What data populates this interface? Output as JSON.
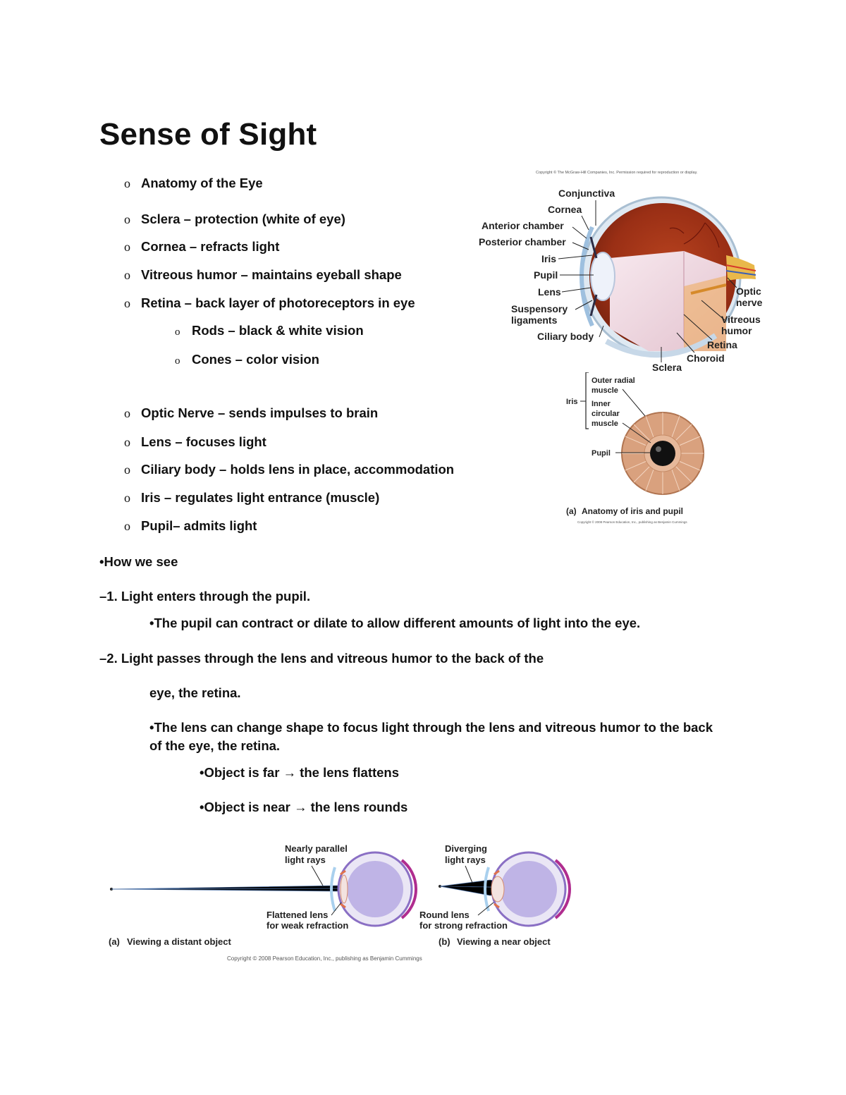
{
  "title": "Sense of Sight",
  "bullet_symbol": "o",
  "anatomy_list": [
    "Anatomy of the Eye",
    "Sclera – protection (white of eye)",
    "Cornea – refracts light",
    "Vitreous humor – maintains eyeball shape",
    "Retina – back layer of photoreceptors in eye"
  ],
  "retina_sublist": [
    "Rods – black & white vision",
    "Cones – color vision"
  ],
  "anatomy_list_2": [
    "Optic Nerve – sends impulses to brain",
    "Lens – focuses light",
    "Ciliary body – holds lens in place, accommodation",
    "Iris – regulates light entrance (muscle)",
    "Pupil– admits light"
  ],
  "how_we_see": {
    "heading": "•How we see",
    "step1": "–1. Light enters through the pupil.",
    "step1_note": "•The pupil can contract or dilate to allow different amounts of light into the eye.",
    "step2_line1": "–2. Light passes through the lens and vitreous humor to the back of the",
    "step2_line2": "eye, the retina.",
    "step2_note_line1": "•The lens can change shape to focus light through the lens and vitreous humor to the back",
    "step2_note_line2": "of the eye, the retina.",
    "far": "•Object is far → the lens flattens",
    "near": "•Object is near → the lens rounds"
  },
  "eye_diagram": {
    "copyright": "Copyright © The McGraw-Hill Companies, Inc. Permission required for reproduction or display.",
    "labels": {
      "conjunctiva": "Conjunctiva",
      "cornea": "Cornea",
      "anterior_chamber": "Anterior chamber",
      "posterior_chamber": "Posterior chamber",
      "iris": "Iris",
      "pupil": "Pupil",
      "lens": "Lens",
      "suspensory_1": "Suspensory",
      "suspensory_2": "ligaments",
      "ciliary_body": "Ciliary body",
      "sclera": "Sclera",
      "choroid": "Choroid",
      "retina": "Retina",
      "vitreous_1": "Vitreous",
      "vitreous_2": "humor",
      "optic_1": "Optic",
      "optic_2": "nerve"
    }
  },
  "iris_diagram": {
    "iris": "Iris",
    "outer_radial_1": "Outer radial",
    "outer_radial_2": "muscle",
    "inner_circ_1": "Inner",
    "inner_circ_2": "circular",
    "inner_circ_3": "muscle",
    "pupil": "Pupil",
    "caption_tag": "(a)",
    "caption": "Anatomy of iris and pupil",
    "copyright": "Copyright © 2008 Pearson Education, Inc., publishing as Benjamin Cummings"
  },
  "focus_diagram": {
    "parallel_1": "Nearly parallel",
    "parallel_2": "light rays",
    "flattened_1": "Flattened lens",
    "flattened_2": "for weak refraction",
    "caption_a_tag": "(a)",
    "caption_a": "Viewing a distant object",
    "diverging_1": "Diverging",
    "diverging_2": "light rays",
    "round_1": "Round lens",
    "round_2": "for strong refraction",
    "caption_b_tag": "(b)",
    "caption_b": "Viewing a near object",
    "copyright": "Copyright © 2008 Pearson Education, Inc., publishing as Benjamin Cummings"
  }
}
